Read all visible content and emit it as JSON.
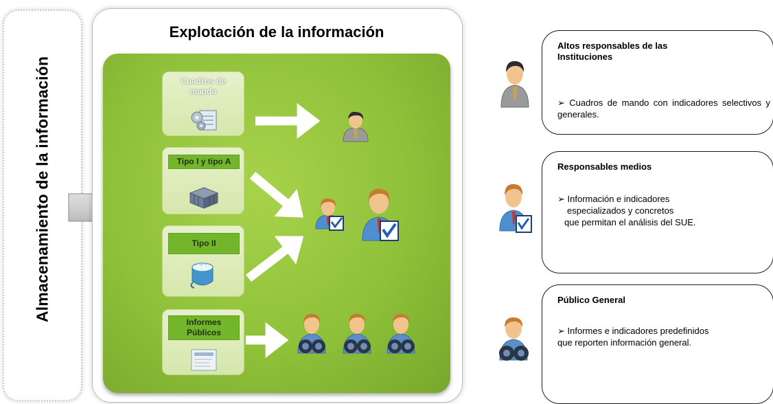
{
  "left_panel": {
    "title": "Almacenamiento de la información"
  },
  "center_panel": {
    "title": "Explotación de la información",
    "sources": [
      {
        "label": "Cuadros de mando",
        "icon": "gears-document-icon"
      },
      {
        "label": "Tipo I y tipo A",
        "icon": "data-cube-icon"
      },
      {
        "label": "Tipo II",
        "icon": "database-icon"
      },
      {
        "label": "Informes Públicos",
        "icon": "report-document-icon"
      }
    ]
  },
  "right_boxes": [
    {
      "title": "Altos responsables de las Instituciones",
      "bullet": "Cuadros de mando con indicadores selectivos y generales."
    },
    {
      "title": "Responsables medios",
      "bullet_lines": [
        "Información e indicadores",
        "especializados y concretos",
        "que permitan el análisis del SUE."
      ]
    },
    {
      "title": "Público General",
      "bullet_lines": [
        "Informes e indicadores predefinidos",
        "que reporten información general."
      ]
    }
  ],
  "colors": {
    "green_panel": "#8fc13a",
    "label_green": "#72b62c",
    "arrow": "#ffffff"
  }
}
